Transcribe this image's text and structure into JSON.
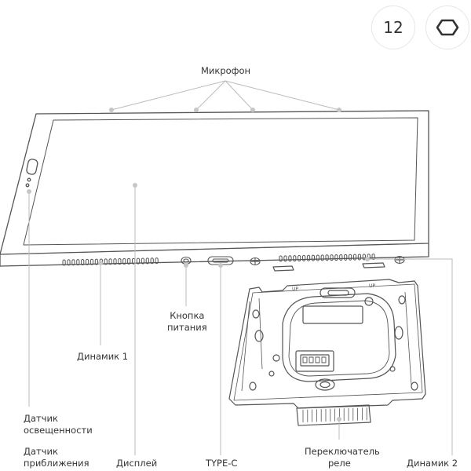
{
  "badges": {
    "count": "12",
    "screw_icon": "hexagon-screw-icon"
  },
  "labels": {
    "microphone": "Микрофон",
    "speaker1": "Динамик 1",
    "power_button": [
      "Кнопка",
      "питания"
    ],
    "light_sensor": [
      "Датчик",
      "освещенности"
    ],
    "proximity_sensor": [
      "Датчик",
      "приближения"
    ],
    "display": "Дисплей",
    "type_c": "TYPE-C",
    "relay_switch": [
      "Переключатель",
      "реле"
    ],
    "speaker2": "Динамик 2"
  },
  "mount_marks": [
    "UP",
    "UP"
  ],
  "colors": {
    "line": "#555555",
    "leader": "#bbbbbb",
    "dot": "#c6c6c6",
    "text": "#333333"
  }
}
